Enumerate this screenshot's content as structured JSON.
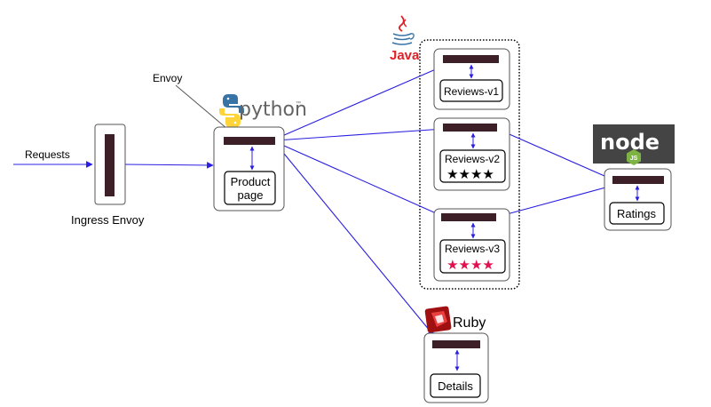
{
  "diagram": {
    "colors": {
      "edge": "#2a1fe0",
      "proxy": "#3d1f28",
      "black_star": "#000000",
      "red_star": "#e0114e",
      "java_red": "#e11f26",
      "python_blue": "#3773a5",
      "python_yellow": "#ffd43b",
      "ruby_red": "#a01010",
      "node_bg": "#444444",
      "node_green": "#7cb342"
    },
    "labels": {
      "requests": "Requests",
      "envoy": "Envoy",
      "ingress": "Ingress Envoy",
      "python": "python",
      "python_tm": "™",
      "java": "Java",
      "ruby": "Ruby",
      "node": "node",
      "node_js": "JS"
    },
    "services": {
      "productpage": {
        "line1": "Product",
        "line2": "page"
      },
      "reviews_v1": {
        "label": "Reviews-v1",
        "stars": 0
      },
      "reviews_v2": {
        "label": "Reviews-v2",
        "stars": 4,
        "star_color": "black",
        "star_text": "★★★★"
      },
      "reviews_v3": {
        "label": "Reviews-v3",
        "stars": 4,
        "star_color": "red",
        "star_text": "★★★★"
      },
      "ratings": {
        "label": "Ratings"
      },
      "details": {
        "label": "Details"
      }
    },
    "edges": [
      {
        "from": "requests",
        "to": "ingress"
      },
      {
        "from": "ingress",
        "to": "productpage"
      },
      {
        "from": "productpage",
        "to": "reviews_v1"
      },
      {
        "from": "productpage",
        "to": "reviews_v2"
      },
      {
        "from": "productpage",
        "to": "reviews_v3"
      },
      {
        "from": "productpage",
        "to": "details"
      },
      {
        "from": "reviews_v2",
        "to": "ratings"
      },
      {
        "from": "reviews_v3",
        "to": "ratings"
      }
    ]
  }
}
